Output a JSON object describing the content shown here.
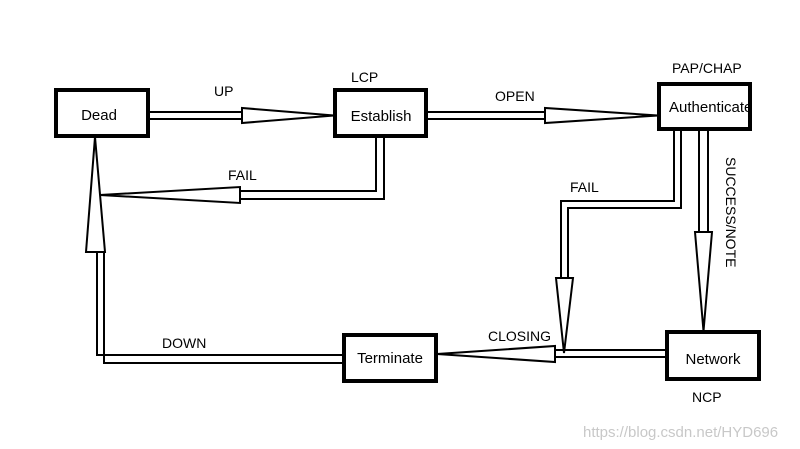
{
  "nodes": {
    "dead": {
      "label": "Dead"
    },
    "establish": {
      "label": "Establish",
      "tag": "LCP"
    },
    "authenticate": {
      "label": "Authenticate",
      "tag": "PAP/CHAP"
    },
    "network": {
      "label": "Network",
      "tag": "NCP"
    },
    "terminate": {
      "label": "Terminate"
    }
  },
  "edges": {
    "up": "UP",
    "open": "OPEN",
    "fail_establish": "FAIL",
    "fail_auth": "FAIL",
    "success": "SUCCESS/NOTE",
    "closing": "CLOSING",
    "down": "DOWN"
  },
  "watermark": "https://blog.csdn.net/HYD696",
  "colors": {
    "ink": "#000000",
    "background": "#ffffff",
    "watermark": "#c8c8c8"
  }
}
